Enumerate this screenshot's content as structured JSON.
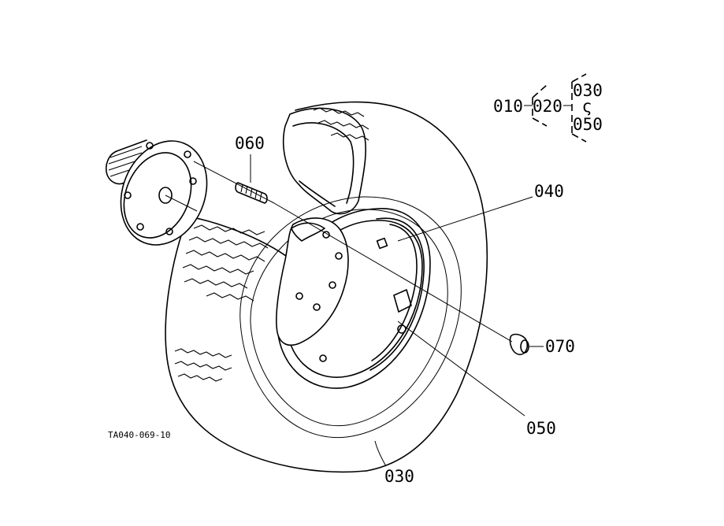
{
  "labels": {
    "p010": "010",
    "p020": "020",
    "p030_tree": "030",
    "p050_tree": "050",
    "p060": "060",
    "p040": "040",
    "p070": "070",
    "p050": "050",
    "p030": "030"
  },
  "figure_code": "TA040-069-10",
  "colors": {
    "ink": "#000000",
    "paper": "#ffffff"
  }
}
